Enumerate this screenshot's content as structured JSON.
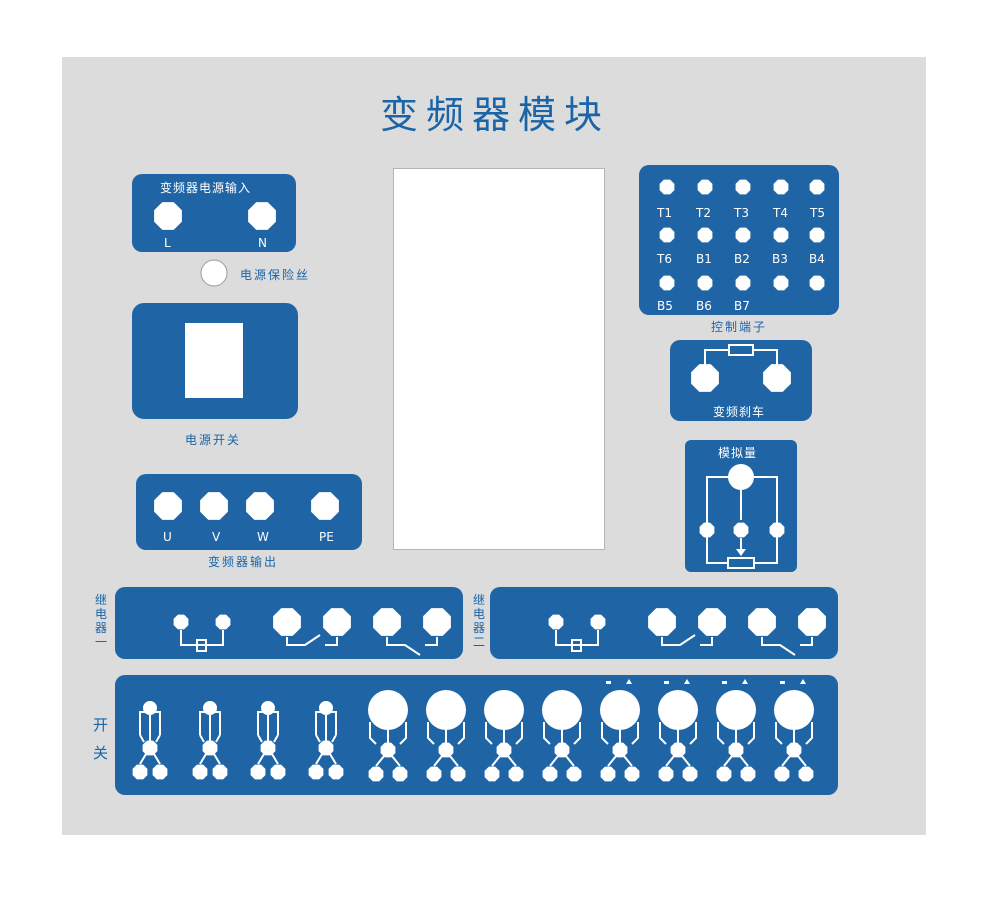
{
  "title": "变频器模块",
  "power_input": {
    "label": "变频器电源输入",
    "terminals": [
      "L",
      "N"
    ]
  },
  "fuse_label": "电源保险丝",
  "power_switch_label": "电源开关",
  "output": {
    "label": "变频器输出",
    "terminals": [
      "U",
      "V",
      "W",
      "PE"
    ]
  },
  "control": {
    "label": "控制端子",
    "terminals": [
      "T1",
      "T2",
      "T3",
      "T4",
      "T5",
      "T6",
      "B1",
      "B2",
      "B3",
      "B4",
      "B5",
      "B6",
      "B7"
    ]
  },
  "brake_label": "变频刹车",
  "analog_label": "模拟量",
  "relay1_label": "继电器一",
  "relay2_label": "继电器二",
  "switch_label": "开关",
  "colors": {
    "panel": "#dcdcdc",
    "module_blue": "#1f65a6",
    "text_blue": "#1a64a8",
    "terminal": "#ffffff"
  }
}
